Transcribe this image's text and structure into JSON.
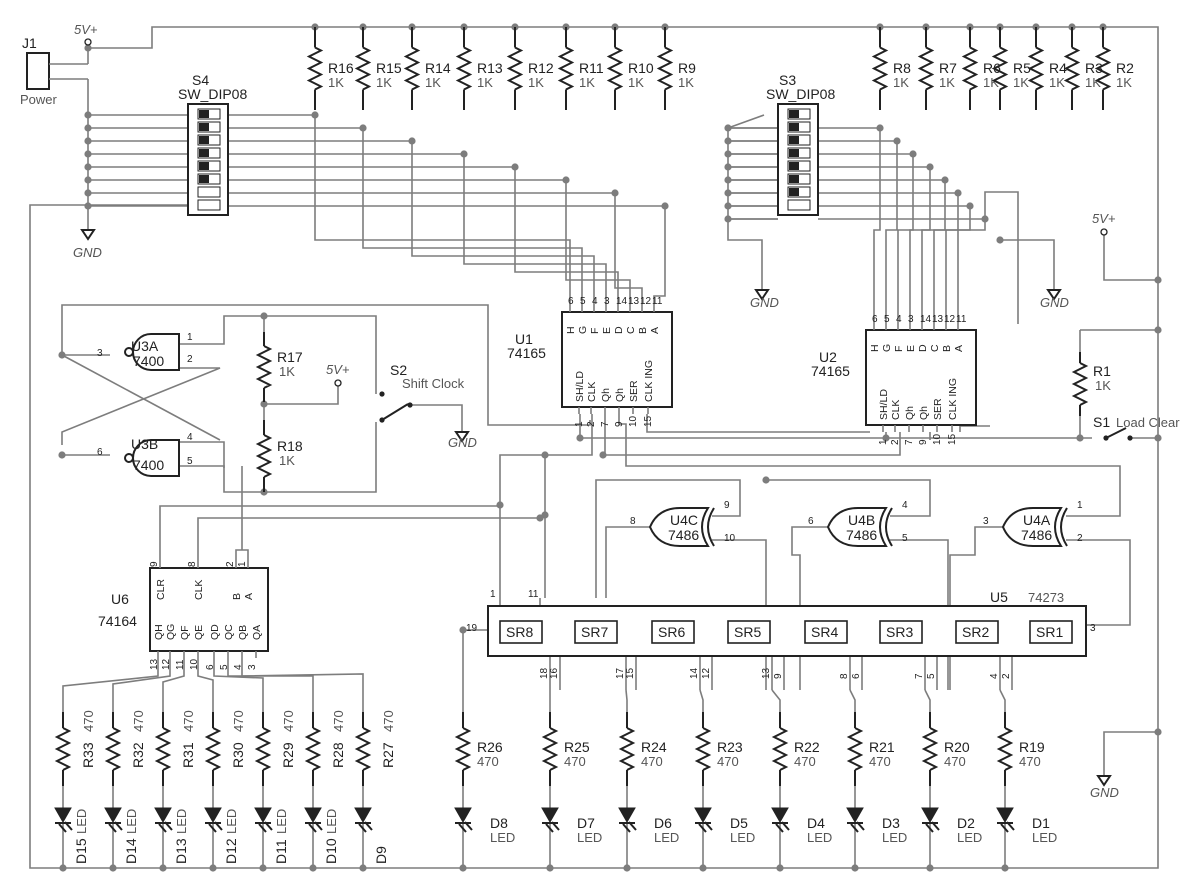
{
  "connector": {
    "ref": "J1",
    "name": "Power"
  },
  "supplies": {
    "vcc": "5V+",
    "gnd": "GND"
  },
  "top_resistors": [
    {
      "ref": "R16",
      "val": "1K"
    },
    {
      "ref": "R15",
      "val": "1K"
    },
    {
      "ref": "R14",
      "val": "1K"
    },
    {
      "ref": "R13",
      "val": "1K"
    },
    {
      "ref": "R12",
      "val": "1K"
    },
    {
      "ref": "R11",
      "val": "1K"
    },
    {
      "ref": "R10",
      "val": "1K"
    },
    {
      "ref": "R9",
      "val": "1K"
    },
    {
      "ref": "R8",
      "val": "1K"
    },
    {
      "ref": "R7",
      "val": "1K"
    },
    {
      "ref": "R6",
      "val": "1K"
    },
    {
      "ref": "R5",
      "val": "1K"
    },
    {
      "ref": "R4",
      "val": "1K"
    },
    {
      "ref": "R3",
      "val": "1K"
    },
    {
      "ref": "R2",
      "val": "1K"
    }
  ],
  "dips": [
    {
      "ref": "S4",
      "type": "SW_DIP08"
    },
    {
      "ref": "S3",
      "type": "SW_DIP08"
    }
  ],
  "shift_in": [
    {
      "ref": "U1",
      "part": "74165",
      "top_pins": [
        "6",
        "5",
        "4",
        "3",
        "14",
        "13",
        "12",
        "11"
      ],
      "top_labels": [
        "H",
        "G",
        "F",
        "E",
        "D",
        "C",
        "B",
        "A"
      ],
      "bottom_pins": [
        "1",
        "2",
        "7",
        "9",
        "10",
        "15"
      ],
      "bottom_labels": [
        "SH/LD",
        "CLK",
        "Qh",
        "Qh",
        "SER",
        "CLK ING"
      ]
    },
    {
      "ref": "U2",
      "part": "74165",
      "top_pins": [
        "6",
        "5",
        "4",
        "3",
        "14",
        "13",
        "12",
        "11"
      ],
      "top_labels": [
        "H",
        "G",
        "F",
        "E",
        "D",
        "C",
        "B",
        "A"
      ],
      "bottom_pins": [
        "1",
        "2",
        "7",
        "9",
        "10",
        "15"
      ],
      "bottom_labels": [
        "SH/LD",
        "CLK",
        "Qh",
        "Qh",
        "SER",
        "CLK ING"
      ]
    }
  ],
  "nand": [
    {
      "ref": "U3A",
      "part": "7400",
      "in1": "1",
      "in2": "2",
      "out": "3"
    },
    {
      "ref": "U3B",
      "part": "7400",
      "in1": "4",
      "in2": "5",
      "out": "6"
    }
  ],
  "debounce_resistors": [
    {
      "ref": "R17",
      "val": "1K"
    },
    {
      "ref": "R18",
      "val": "1K"
    }
  ],
  "switches": {
    "shift": {
      "ref": "S2",
      "label": "Shift Clock"
    },
    "load": {
      "ref": "S1",
      "label": "Load Clear"
    }
  },
  "r1": {
    "ref": "R1",
    "val": "1K"
  },
  "xor": [
    {
      "ref": "U4C",
      "part": "7486",
      "in1": "9",
      "in2": "10",
      "out": "8"
    },
    {
      "ref": "U4B",
      "part": "7486",
      "in1": "4",
      "in2": "5",
      "out": "6"
    },
    {
      "ref": "U4A",
      "part": "7486",
      "in1": "1",
      "in2": "2",
      "out": "3"
    }
  ],
  "u6": {
    "ref": "U6",
    "part": "74164",
    "top_pins": [
      "9",
      "8",
      "2",
      "1"
    ],
    "top_labels": [
      "CLR",
      "CLK",
      "B",
      "A"
    ],
    "bottom_pins": [
      "13",
      "12",
      "11",
      "10",
      "6",
      "5",
      "4",
      "3"
    ],
    "bottom_labels": [
      "QH",
      "QG",
      "QF",
      "QE",
      "QD",
      "QC",
      "QB",
      "QA"
    ]
  },
  "u5": {
    "ref": "U5",
    "part": "74273",
    "pin1": "1",
    "pin11": "11",
    "pin19": "19",
    "pin3": "3",
    "registers": [
      "SR8",
      "SR7",
      "SR6",
      "SR5",
      "SR4",
      "SR3",
      "SR2",
      "SR1"
    ],
    "bottom_pins": [
      [
        "18",
        "16"
      ],
      [
        "17",
        "15"
      ],
      [
        "14",
        "12"
      ],
      [
        "13",
        "9"
      ],
      [
        "8",
        "6"
      ],
      [
        "7",
        "5"
      ],
      [
        "4",
        "2"
      ]
    ]
  },
  "led_left": [
    {
      "r": "R33",
      "rv": "470",
      "d": "D15",
      "dl": "LED"
    },
    {
      "r": "R32",
      "rv": "470",
      "d": "D14",
      "dl": "LED"
    },
    {
      "r": "R31",
      "rv": "470",
      "d": "D13",
      "dl": "LED"
    },
    {
      "r": "R30",
      "rv": "470",
      "d": "D12",
      "dl": "LED"
    },
    {
      "r": "R29",
      "rv": "470",
      "d": "D11",
      "dl": "LED"
    },
    {
      "r": "R28",
      "rv": "470",
      "d": "D10",
      "dl": "LED"
    },
    {
      "r": "R27",
      "rv": "470",
      "d": "D9",
      "dl": ""
    }
  ],
  "led_right": [
    {
      "r": "R26",
      "rv": "470",
      "d": "D8",
      "dl": "LED"
    },
    {
      "r": "R25",
      "rv": "470",
      "d": "D7",
      "dl": "LED"
    },
    {
      "r": "R24",
      "rv": "470",
      "d": "D6",
      "dl": "LED"
    },
    {
      "r": "R23",
      "rv": "470",
      "d": "D5",
      "dl": "LED"
    },
    {
      "r": "R22",
      "rv": "470",
      "d": "D4",
      "dl": "LED"
    },
    {
      "r": "R21",
      "rv": "470",
      "d": "D3",
      "dl": "LED"
    },
    {
      "r": "R20",
      "rv": "470",
      "d": "D2",
      "dl": "LED"
    },
    {
      "r": "R19",
      "rv": "470",
      "d": "D1",
      "dl": "LED"
    }
  ]
}
